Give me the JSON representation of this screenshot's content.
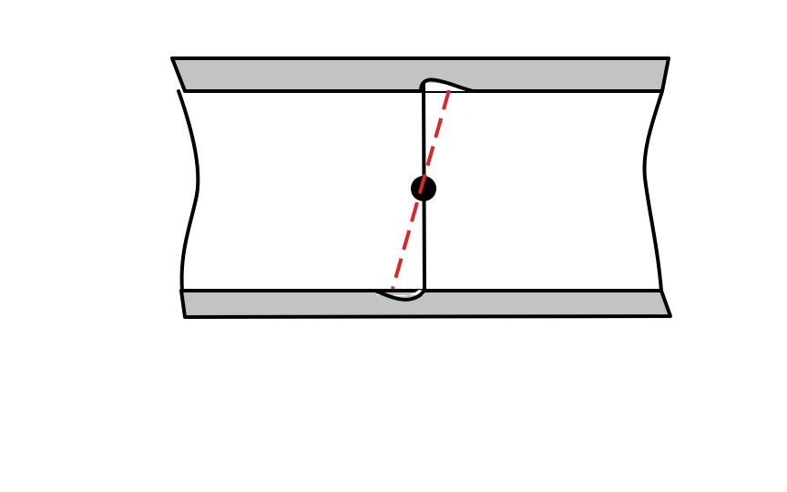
{
  "diagram": {
    "colors": {
      "background": "#ffffff",
      "outline": "#000000",
      "band_fill": "#c3c3c3",
      "dashed_line": "#d9262b",
      "pivot": "#000000"
    },
    "elements": [
      "top-band",
      "bottom-band",
      "left-wavy-edge",
      "right-wavy-edge",
      "vertical-divider",
      "pivot-dot",
      "red-dashed-diagonal-line"
    ]
  }
}
